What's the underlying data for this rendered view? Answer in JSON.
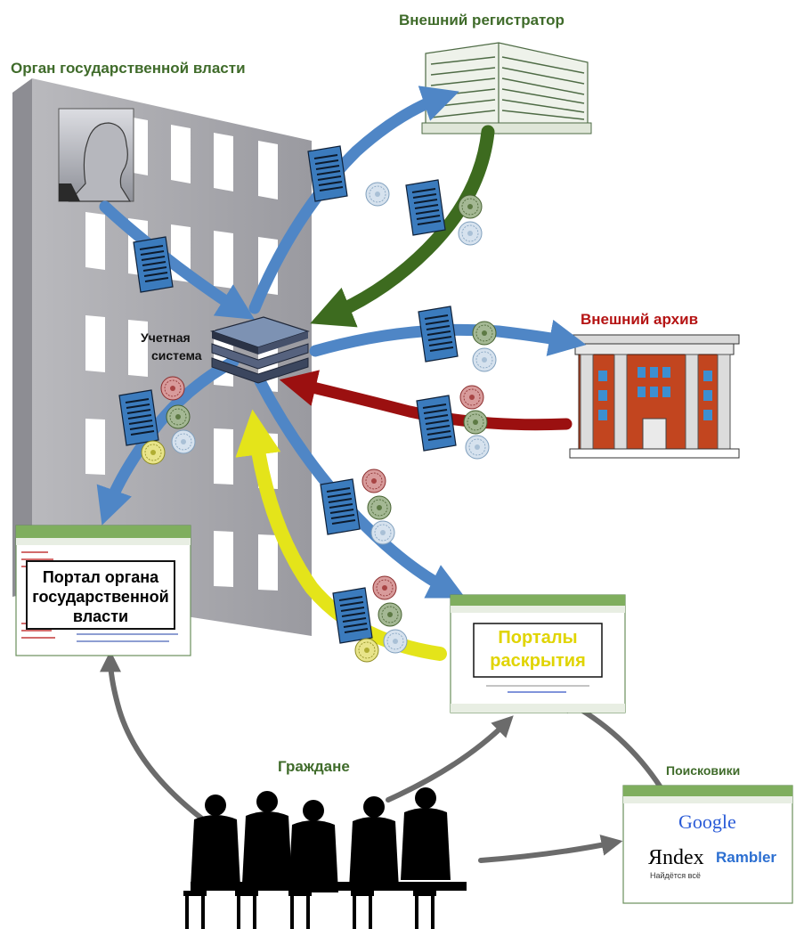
{
  "labels": {
    "government_body": "Орган государственной власти",
    "external_registrar": "Внешний регистратор",
    "external_archive": "Внешний архив",
    "accounting_system_line1": "Учетная",
    "accounting_system_line2": "система",
    "gov_portal_line1": "Портал органа",
    "gov_portal_line2": "государственной",
    "gov_portal_line3": "власти",
    "disclosure_portals_line1": "Порталы",
    "disclosure_portals_line2": "раскрытия",
    "citizens": "Граждане",
    "search_engines": "Поисковики",
    "google": "Google",
    "yandex": "Яndex",
    "yandex_tagline": "Найдётся всё",
    "rambler": "Rambler"
  },
  "colors": {
    "blue_arrow": "#4f86c6",
    "green_arrow": "#3d6b1f",
    "red_arrow": "#9b1010",
    "yellow_arrow": "#e4e41a",
    "gray_arrow": "#6b6b6b",
    "label_green": "#3f6b2a",
    "label_red": "#b51414"
  }
}
